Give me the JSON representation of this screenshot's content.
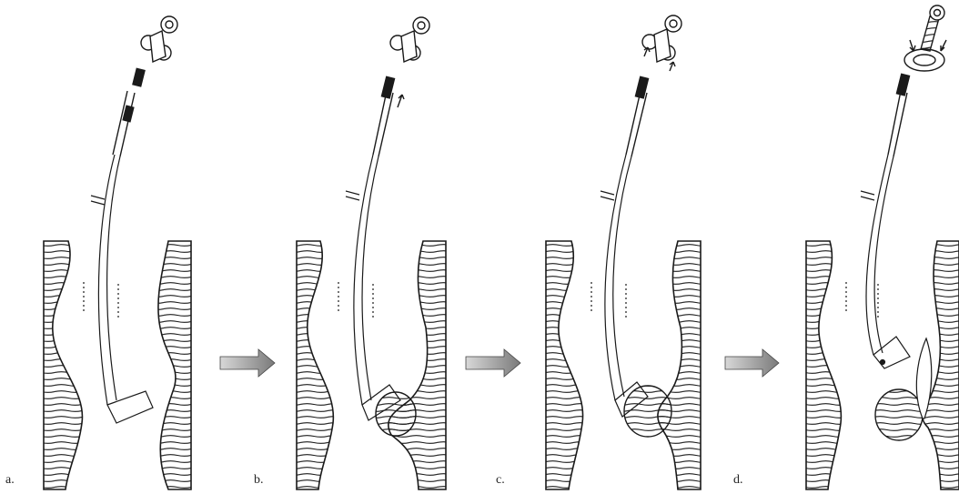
{
  "panels": [
    {
      "label": "a.",
      "state": "catheter-tip-in-aneurysm"
    },
    {
      "label": "b.",
      "state": "balloon-partially-inflated"
    },
    {
      "label": "c.",
      "state": "balloon-fully-inflated"
    },
    {
      "label": "d.",
      "state": "balloon-detached"
    }
  ],
  "colors": {
    "ink": "#1a1a1a",
    "arrow_fill": "#9a9a9a",
    "background": "#ffffff"
  }
}
